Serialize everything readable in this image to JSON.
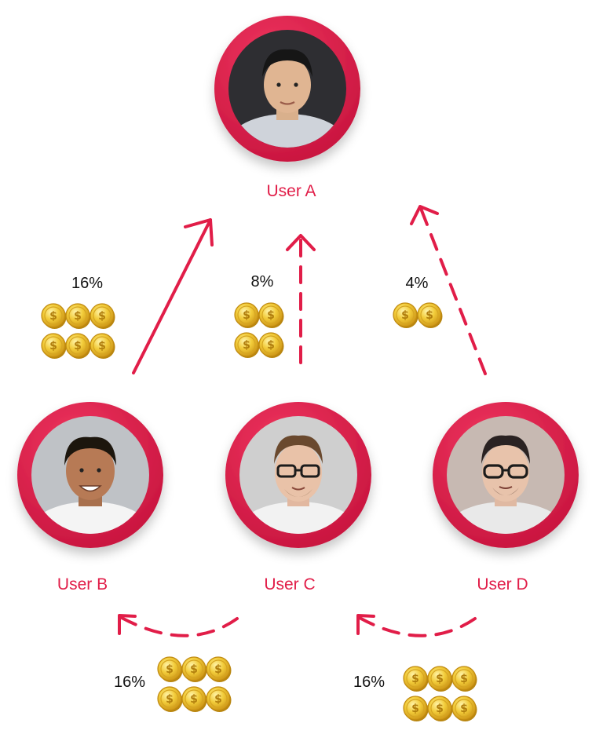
{
  "colors": {
    "accent": "#e11d48",
    "text": "#111111",
    "coin": "#e8b91f"
  },
  "users": [
    {
      "id": "a",
      "label": "User A"
    },
    {
      "id": "b",
      "label": "User B"
    },
    {
      "id": "c",
      "label": "User C"
    },
    {
      "id": "d",
      "label": "User D"
    }
  ],
  "transfers": [
    {
      "from": "User B",
      "to": "User A",
      "percent": "16%",
      "coins": 6,
      "style": "solid"
    },
    {
      "from": "User C",
      "to": "User A",
      "percent": "8%",
      "coins": 4,
      "style": "dashed"
    },
    {
      "from": "User D",
      "to": "User A",
      "percent": "4%",
      "coins": 2,
      "style": "dashed"
    },
    {
      "from": "User C",
      "to": "User B",
      "percent": "16%",
      "coins": 6,
      "style": "dashed"
    },
    {
      "from": "User D",
      "to": "User C",
      "percent": "16%",
      "coins": 6,
      "style": "dashed"
    }
  ]
}
